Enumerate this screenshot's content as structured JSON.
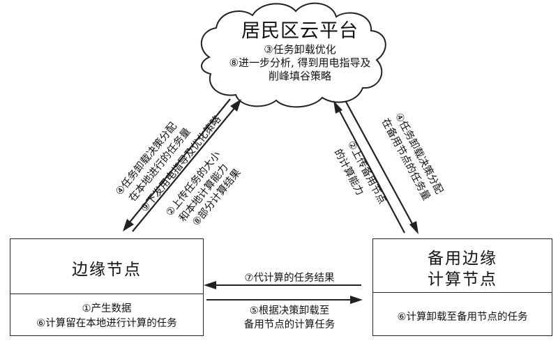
{
  "cloud": {
    "title": "居民区云平台",
    "line1": "③任务卸载优化",
    "line2": "⑧进一步分析, 得到用电指导及",
    "line3": "削峰填谷策略"
  },
  "edge_node": {
    "title": "边缘节点",
    "item1": "①产生数据",
    "item2": "⑥计算留在本地进行计算的任务"
  },
  "backup_node": {
    "title_line1": "备用边缘",
    "title_line2": "计算节点",
    "item1": "⑥计算卸载至备用节点的任务"
  },
  "left_down": {
    "line1": "④任务卸载决策分配",
    "line2": "在本地进行的任务量",
    "line3": "⑨下发用电指导及优化策略"
  },
  "left_up": {
    "line1": "②上传任务的大小",
    "line2": "和本地计算能力",
    "line3": "⑧部分计算结果"
  },
  "right_down": {
    "line1": "④任务卸载决策分配",
    "line2": "在备用节点的任务量"
  },
  "right_up": {
    "line1": "②上传备用节点",
    "line2": "的计算能力"
  },
  "bottom": {
    "result_label": "⑦代计算的任务结果",
    "offload_line1": "⑤根据决策卸载至",
    "offload_line2": "备用节点的计算任务"
  }
}
